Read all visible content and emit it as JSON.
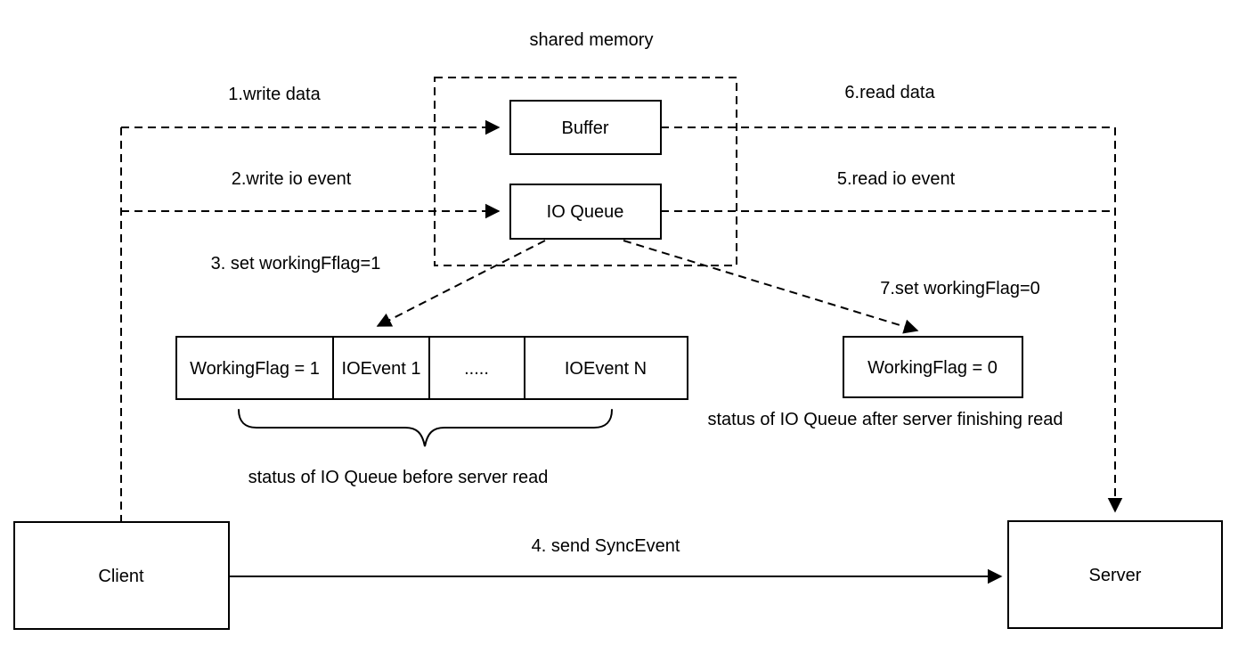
{
  "title": "shared memory",
  "colors": {
    "ink": "#000000",
    "background": "#ffffff"
  },
  "boxes": {
    "buffer": "Buffer",
    "io_queue": "IO Queue",
    "client": "Client",
    "server": "Server",
    "working_flag_0": "WorkingFlag = 0"
  },
  "queue_row": {
    "cells": [
      "WorkingFlag = 1",
      "IOEvent 1",
      ".....",
      "IOEvent N"
    ]
  },
  "steps": {
    "step1": "1.write data",
    "step2": "2.write io event",
    "step3": "3. set workingFflag=1",
    "step4": "4. send SyncEvent",
    "step5": "5.read io event",
    "step6": "6.read data",
    "step7": "7.set workingFlag=0"
  },
  "captions": {
    "before_read": "status of IO Queue before server read",
    "after_read": "status of IO Queue after server finishing read"
  }
}
